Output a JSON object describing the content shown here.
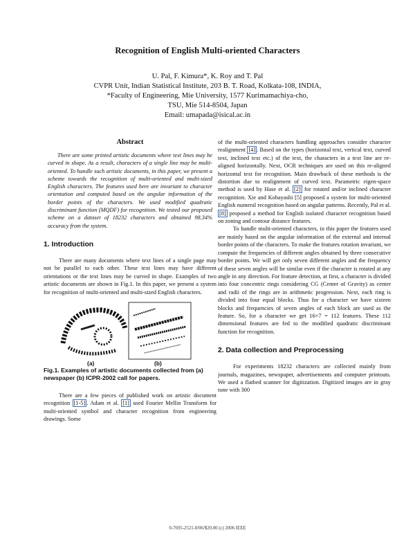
{
  "title": "Recognition of English Multi-oriented Characters",
  "authors": {
    "names": "U. Pal, F. Kimura*, K. Roy and T. Pal",
    "affil1": "CVPR Unit, Indian Statistical Institute, 203 B. T. Road, Kolkata-108, INDIA,",
    "affil2": "*Faculty of Engineering, Mie University, 1577 Kurimamachiya-cho,",
    "affil3": "TSU, Mie 514-8504, Japan",
    "email": "Email: umapada@isical.ac.in"
  },
  "abstract": {
    "heading": "Abstract",
    "text": "There are some printed artistic documents where text lines may be curved in shape. As a result, characters of a single line may be multi-oriented. To handle such artistic documents, in this paper, we present a scheme towards the recognition of multi-oriented and multi-sized English characters. The features used here are invariant to character orientation and computed based on the angular information of the border points of the characters. We used modified quadratic discriminant function (MQDF) for recognition. We tested our proposed scheme on a dataset of 18232 characters and obtained 98.34% accuracy from the system."
  },
  "intro": {
    "heading": "1. Introduction",
    "p1": "There are many documents where text lines of a single page may not be parallel to each other. These text lines may have different orientations or the text lines may be curved in shape. Examples of two artistic documents are shown in Fig.1. In this paper, we present a system for recognition of multi-oriented and multi-sized English characters.",
    "p2_a": "There are a few pieces of published work on artistic document recognition ",
    "p2_cite1": "[1-5]",
    "p2_b": ". Adam et al. ",
    "p2_cite2": "[1]",
    "p2_c": " used Fourier Mellin Transform for multi-oriented symbol and character recognition from engineering drawings. Some"
  },
  "figure": {
    "label_a": "(a)",
    "label_b": "(b)",
    "caption": "Fig.1. Examples of artistic documents collected from (a) newspaper (b) ICPR-2002 call for papers."
  },
  "right": {
    "p1_a": "of the multi-oriented characters handling approaches consider character realignment ",
    "p1_cite1": "[4]",
    "p1_b": ". Based on the types (horizontal text, vertical text, curved text, inclined text etc.) of the text, the characters in a text line are re-aligned horizontally. Next, OCR techniques are used on this re-aligned horizontal text for recognition. Main drawback of these methods is the distortion due to realignment of curved text. Parametric eigen-space method is used by Hase et al. ",
    "p1_cite2": "[2]",
    "p1_c": " for rotated and/or inclined character recognition. Xie and Kobayashi [5] proposed a system for multi-oriented English numeral recognition based on angular patterns. Recently, Pal et al. ",
    "p1_cite3": "[8]",
    "p1_d": " proposed a method for English isolated character recognition based on zoning and contour distance features.",
    "p2": "To handle multi-oriented characters, in this paper the features used are mainly based on the angular information of the external and internal border points of the characters. To make the features rotation invariant, we compute the frequencies of different angles obtained by three consecutive border points. We will get only seven different angles and the frequency of these seven angles will be similar even if the character is rotated at any angle in any direction. For feature detection, at first, a character is divided into four concentric rings considering CG (Center of Gravity) as center and radii of the rings are in arithmetic progression. Next, each ring is divided into four equal blocks. Thus for a character we have sixteen blocks and frequencies of seven angles of each block are used as the feature. So, for a character we get 16×7 = 112 features. These 112 dimensional features are fed to the modified quadratic discriminant function for recognition.",
    "sec2_heading": "2. Data collection and Preprocessing",
    "p3": "For experiments 18232 characters are collected mainly from journals, magazines, newspaper, advertisements and computer printouts. We used a flatbed scanner for digitization. Digitized images are in gray tone with 300"
  },
  "footer": "0-7695-2521-0/06/$20.00 (c) 2006 IEEE"
}
